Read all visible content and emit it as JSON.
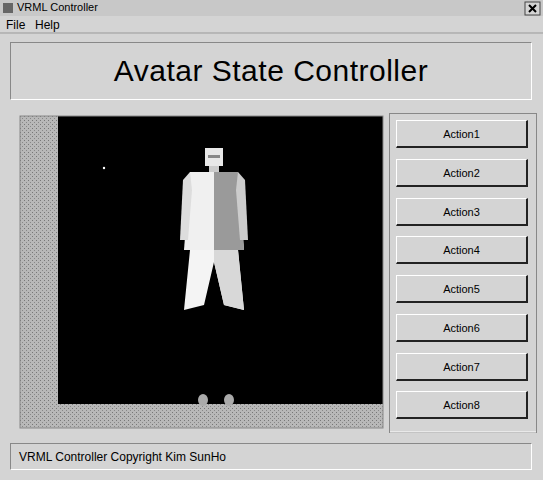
{
  "diagram": {
    "title": "Avatar State Controller",
    "nodes": [
      {
        "text": [
          "Action1"
        ]
      },
      {
        "text": [
          "Action2"
        ]
      },
      {
        "text": [
          "Action3"
        ]
      },
      {
        "text": [
          "Action4"
        ]
      },
      {
        "text": [
          "Action5"
        ]
      },
      {
        "text": [
          "Action6"
        ]
      },
      {
        "text": [
          "Action7"
        ]
      },
      {
        "text": [
          "Action8"
        ]
      },
      {
        "text": [
          "VRML Controller Copyright Kim SunHo"
        ]
      }
    ],
    "labels": [
      "VRML Controller",
      "File",
      "Help"
    ]
  }
}
